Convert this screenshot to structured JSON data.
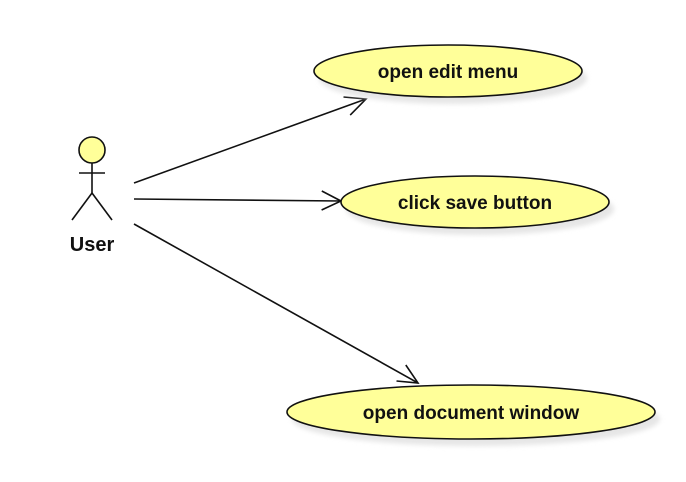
{
  "actor": {
    "name": "User"
  },
  "use_cases": [
    {
      "id": "uc1",
      "label": "open edit menu"
    },
    {
      "id": "uc2",
      "label": "click save button"
    },
    {
      "id": "uc3",
      "label": "open document window"
    }
  ],
  "associations": [
    {
      "from": "actor",
      "to": "uc1"
    },
    {
      "from": "actor",
      "to": "uc2"
    },
    {
      "from": "actor",
      "to": "uc3"
    }
  ],
  "colors": {
    "use_case_fill": "#ffff99",
    "stroke": "#111111",
    "shadow": "#e6e6e6",
    "actor_head_fill": "#ffff99"
  }
}
